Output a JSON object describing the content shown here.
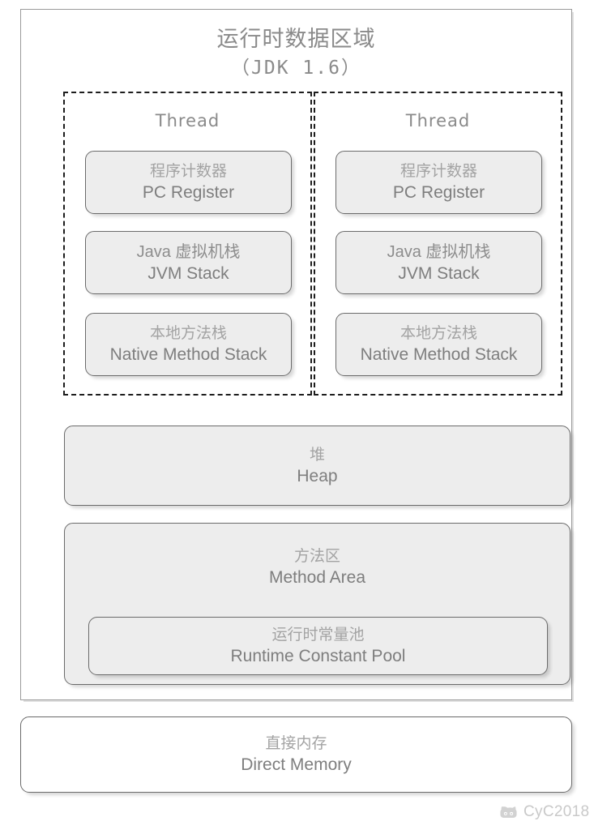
{
  "diagram": {
    "title": "运行时数据区域",
    "subtitle": "（JDK 1.6）",
    "threads": [
      {
        "label": "Thread",
        "nodes": [
          {
            "cn": "程序计数器",
            "en": "PC Register"
          },
          {
            "cn": "Java 虚拟机栈",
            "en": "JVM Stack"
          },
          {
            "cn": "本地方法栈",
            "en": "Native Method Stack"
          }
        ]
      },
      {
        "label": "Thread",
        "nodes": [
          {
            "cn": "程序计数器",
            "en": "PC Register"
          },
          {
            "cn": "Java 虚拟机栈",
            "en": "JVM Stack"
          },
          {
            "cn": "本地方法栈",
            "en": "Native Method Stack"
          }
        ]
      }
    ],
    "heap": {
      "cn": "堆",
      "en": "Heap"
    },
    "method_area": {
      "cn": "方法区",
      "en": "Method Area",
      "runtime_constant_pool": {
        "cn": "运行时常量池",
        "en": "Runtime Constant Pool"
      }
    },
    "direct_memory": {
      "cn": "直接内存",
      "en": "Direct Memory"
    }
  },
  "watermark": {
    "icon": "octocat-icon",
    "text": "CyC2018"
  },
  "colors": {
    "node_fill": "#ededed",
    "node_border": "#6b6b6b",
    "frame_border": "#9a9a9a",
    "thread_border": "#1d1d1d",
    "cn_text": "#a3a3a3",
    "en_text": "#7e7e7e",
    "watermark": "#c9c9c9",
    "background": "#ffffff"
  }
}
